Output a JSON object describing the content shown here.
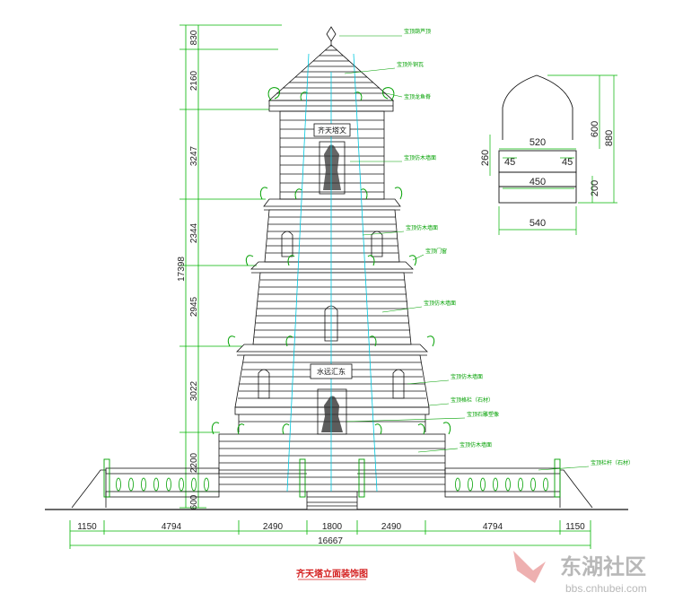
{
  "vertical_dims": {
    "total": "17398",
    "segments": [
      "830",
      "2160",
      "3247",
      "2344",
      "2945",
      "3022",
      "2200",
      "600"
    ]
  },
  "horizontal_dims": {
    "segments": [
      "1150",
      "4794",
      "2490",
      "1800",
      "2490",
      "4794",
      "1150"
    ],
    "total": "16667"
  },
  "annotations": [
    "宝顶葫芦顶",
    "宝顶外铜瓦",
    "宝顶龙鱼脊",
    "宝顶仿木墙面",
    "宝顶仿木墙面",
    "宝顶门窗",
    "宝顶仿木墙面",
    "宝顶仿木墙面",
    "宝顶格栏（石材）",
    "宝顶石雕塑像",
    "宝顶仿木墙面",
    "宝顶栏杆（石材）"
  ],
  "plaques": {
    "upper": "齐天塔文",
    "lower": "水远汇东"
  },
  "detail_dims": {
    "h_top": "520",
    "h_mid": "450",
    "h_bottom": "540",
    "v_left": "260",
    "v_base": "200",
    "v_right_a": "600",
    "v_right_total": "880",
    "side_a": "45",
    "side_b": "45"
  },
  "caption": "齐天塔立面装饰图",
  "watermark": {
    "name": "东湖社区",
    "url": "bbs.cnhubei.com"
  }
}
